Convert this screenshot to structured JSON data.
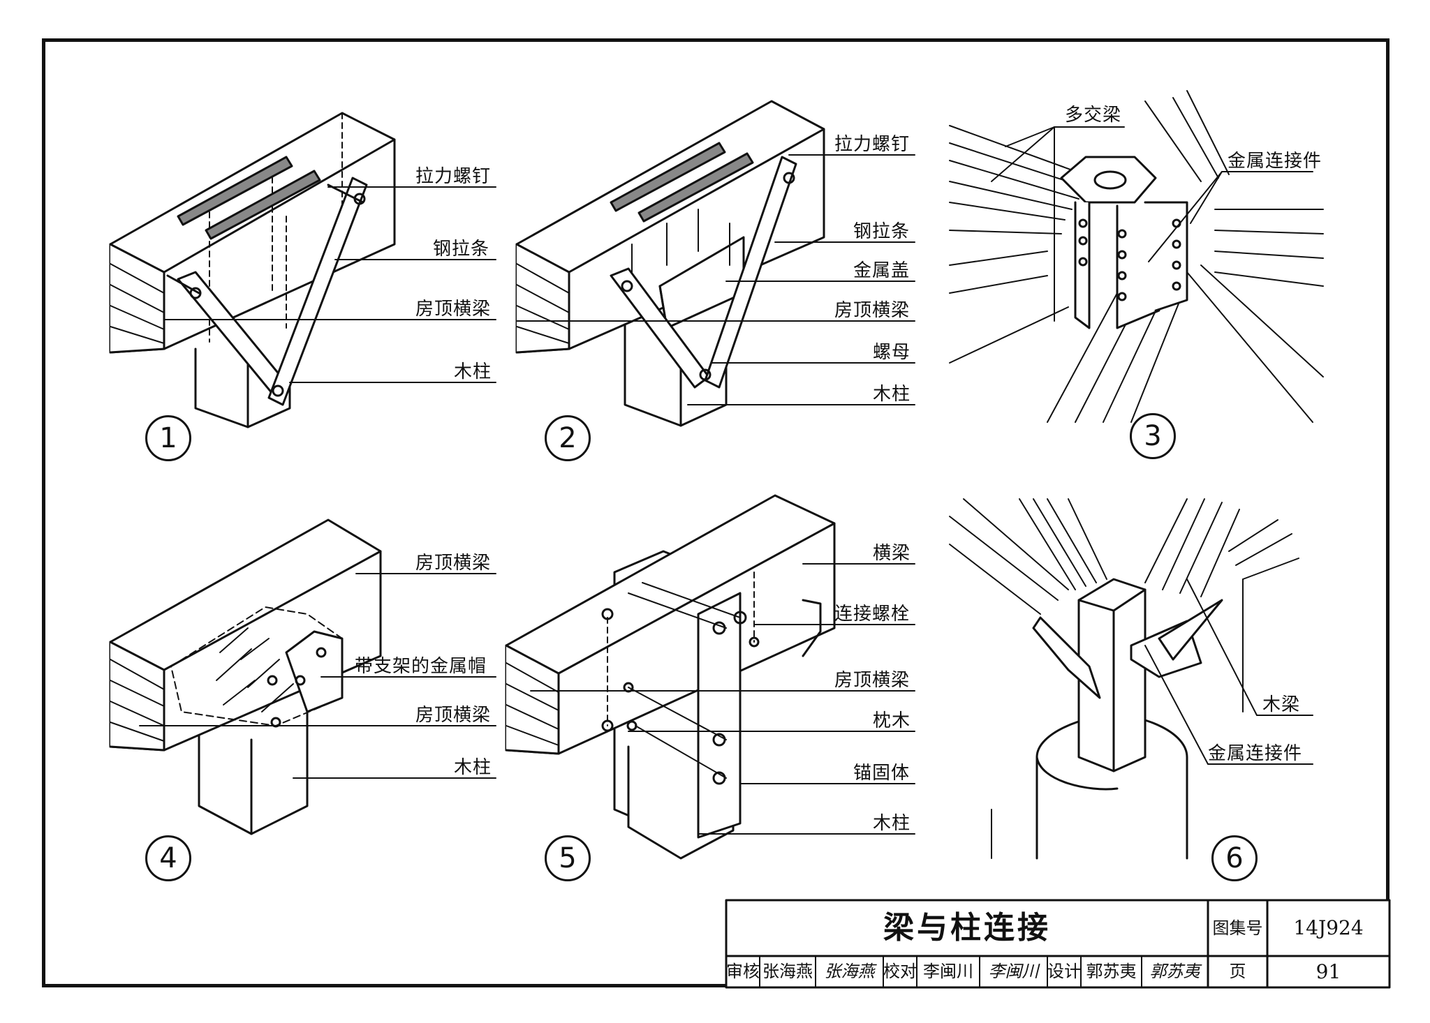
{
  "diagrams": [
    {
      "number": "1",
      "labels": [
        "拉力螺钉",
        "钢拉条",
        "房顶横梁",
        "木柱"
      ]
    },
    {
      "number": "2",
      "labels": [
        "拉力螺钉",
        "钢拉条",
        "金属盖",
        "房顶横梁",
        "螺母",
        "木柱"
      ]
    },
    {
      "number": "3",
      "labels": [
        "多交梁",
        "金属连接件"
      ]
    },
    {
      "number": "4",
      "labels": [
        "房顶横梁",
        "带支架的金属帽",
        "房顶横梁",
        "木柱"
      ]
    },
    {
      "number": "5",
      "labels": [
        "横梁",
        "连接螺栓",
        "房顶横梁",
        "枕木",
        "锚固体",
        "木柱"
      ]
    },
    {
      "number": "6",
      "labels": [
        "木梁",
        "金属连接件"
      ]
    }
  ],
  "title_block": {
    "title": "梁与柱连接",
    "atlas_label": "图集号",
    "atlas_no": "14J924",
    "review_label": "审核",
    "reviewer": "张海燕",
    "reviewer_sign": "张海燕",
    "check_label": "校对",
    "checker": "李闽川",
    "checker_sign": "李闽川",
    "design_label": "设计",
    "designer": "郭苏夷",
    "designer_sign": "郭苏夷",
    "page_label": "页",
    "page_no": "91"
  }
}
